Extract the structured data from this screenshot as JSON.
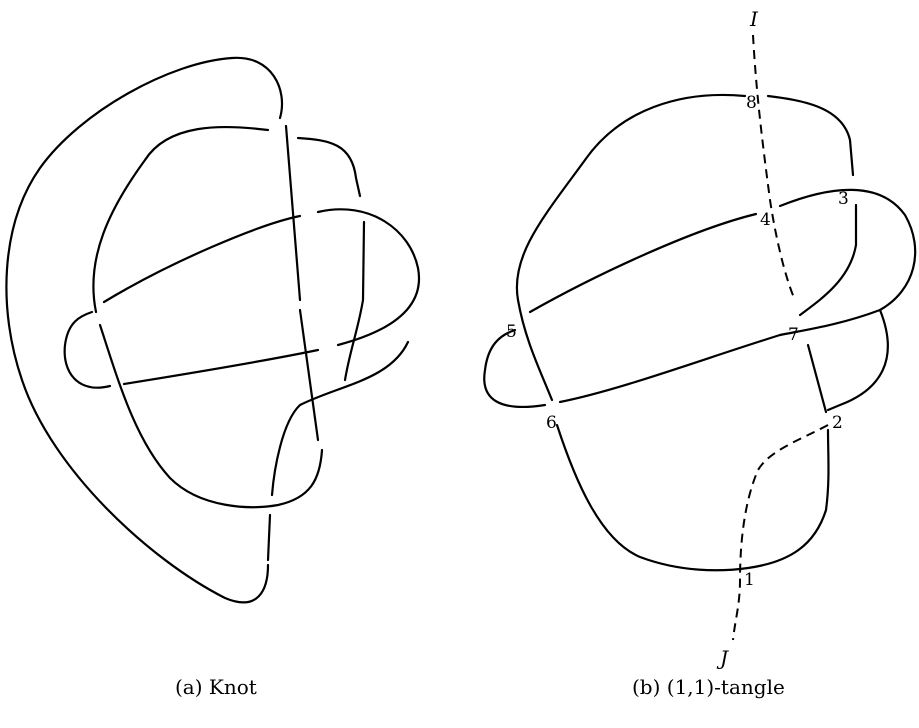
{
  "panel_a": {
    "caption": "(a) Knot"
  },
  "panel_b": {
    "caption": "(b) (1,1)-tangle",
    "crossing_labels": [
      "1",
      "2",
      "3",
      "4",
      "5",
      "6",
      "7",
      "8"
    ],
    "endpoint_top": "I",
    "endpoint_bottom": "J"
  }
}
